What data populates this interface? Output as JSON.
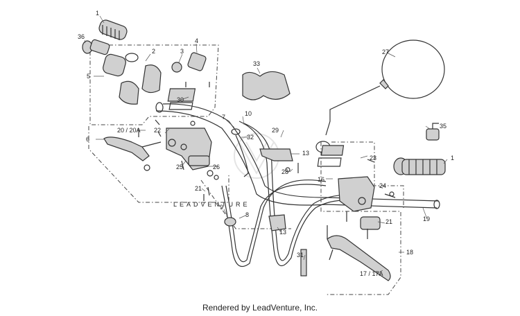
{
  "watermark": "LEADVENTURE",
  "footer": "Rendered by LeadVenture, Inc.",
  "callouts": [
    "1",
    "36",
    "2",
    "3",
    "4",
    "5",
    "33",
    "30",
    "10",
    "22",
    "7",
    "29",
    "20 / 20A",
    "6",
    "32",
    "27",
    "35",
    "1",
    "23",
    "13",
    "28",
    "24",
    "16",
    "25",
    "26",
    "21",
    "9",
    "8",
    "13",
    "21",
    "19",
    "31",
    "18",
    "17 / 17A"
  ]
}
